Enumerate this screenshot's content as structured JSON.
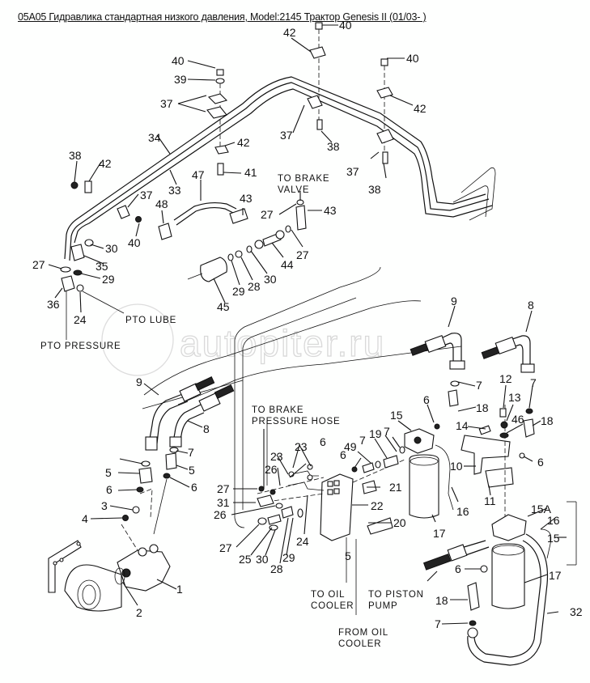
{
  "title": "05A05 Гидравлика стандартная низкого давления, Model:2145 Трактор Genesis II (01/03- )",
  "watermark": "autopiter.ru",
  "notes": {
    "to_brake_valve_1": "TO BRAKE",
    "to_brake_valve_2": "VALVE",
    "pto_lube": "PTO  LUBE",
    "pto_pressure": "PTO  PRESSURE",
    "to_brake_hose_1": "TO BRAKE",
    "to_brake_hose_2": "PRESSURE HOSE",
    "to_oil_cooler_1": "TO OIL",
    "to_oil_cooler_2": "COOLER",
    "from_oil_cooler_1": "FROM OIL",
    "from_oil_cooler_2": "COOLER",
    "to_piston_pump_1": "TO PISTON",
    "to_piston_pump_2": "PUMP"
  },
  "callouts": [
    {
      "id": "c1",
      "label": "40"
    },
    {
      "id": "c2",
      "label": "42"
    },
    {
      "id": "c3",
      "label": "40"
    },
    {
      "id": "c4",
      "label": "39"
    },
    {
      "id": "c5",
      "label": "37"
    },
    {
      "id": "c6",
      "label": "40"
    },
    {
      "id": "c7",
      "label": "42"
    },
    {
      "id": "c8",
      "label": "34"
    },
    {
      "id": "c9",
      "label": "37"
    },
    {
      "id": "c10",
      "label": "38"
    },
    {
      "id": "c11",
      "label": "42"
    },
    {
      "id": "c12",
      "label": "38"
    },
    {
      "id": "c13",
      "label": "42"
    },
    {
      "id": "c14",
      "label": "33"
    },
    {
      "id": "c15",
      "label": "41"
    },
    {
      "id": "c16",
      "label": "37"
    },
    {
      "id": "c17",
      "label": "38"
    },
    {
      "id": "c18",
      "label": "47"
    },
    {
      "id": "c19",
      "label": "37"
    },
    {
      "id": "c20",
      "label": "43"
    },
    {
      "id": "c21",
      "label": "48"
    },
    {
      "id": "c22",
      "label": "27"
    },
    {
      "id": "c23",
      "label": "43"
    },
    {
      "id": "c24",
      "label": "40"
    },
    {
      "id": "c25",
      "label": "30"
    },
    {
      "id": "c26",
      "label": "35"
    },
    {
      "id": "c27",
      "label": "27"
    },
    {
      "id": "c28",
      "label": "29"
    },
    {
      "id": "c29",
      "label": "44"
    },
    {
      "id": "c30",
      "label": "27"
    },
    {
      "id": "c31",
      "label": "30"
    },
    {
      "id": "c32",
      "label": "28"
    },
    {
      "id": "c33",
      "label": "29"
    },
    {
      "id": "c34",
      "label": "36"
    },
    {
      "id": "c35",
      "label": "24"
    },
    {
      "id": "c36",
      "label": "45"
    },
    {
      "id": "c37",
      "label": "9"
    },
    {
      "id": "c38",
      "label": "8"
    },
    {
      "id": "c39",
      "label": "9"
    },
    {
      "id": "c40",
      "label": "8"
    },
    {
      "id": "c41",
      "label": "7"
    },
    {
      "id": "c42",
      "label": "12"
    },
    {
      "id": "c43",
      "label": "7"
    },
    {
      "id": "c44",
      "label": "13"
    },
    {
      "id": "c45",
      "label": "6"
    },
    {
      "id": "c46",
      "label": "18"
    },
    {
      "id": "c47",
      "label": "46"
    },
    {
      "id": "c48",
      "label": "18"
    },
    {
      "id": "c49",
      "label": "15"
    },
    {
      "id": "c50",
      "label": "7"
    },
    {
      "id": "c51",
      "label": "14"
    },
    {
      "id": "c52",
      "label": "19"
    },
    {
      "id": "c53",
      "label": "49"
    },
    {
      "id": "c54",
      "label": "7"
    },
    {
      "id": "c55",
      "label": "6"
    },
    {
      "id": "c56",
      "label": "10"
    },
    {
      "id": "c57",
      "label": "6"
    },
    {
      "id": "c58",
      "label": "23"
    },
    {
      "id": "c59",
      "label": "6"
    },
    {
      "id": "c60",
      "label": "23"
    },
    {
      "id": "c61",
      "label": "26"
    },
    {
      "id": "c62",
      "label": "21"
    },
    {
      "id": "c63",
      "label": "11"
    },
    {
      "id": "c64",
      "label": "27"
    },
    {
      "id": "c65",
      "label": "31"
    },
    {
      "id": "c66",
      "label": "22"
    },
    {
      "id": "c67",
      "label": "26"
    },
    {
      "id": "c68",
      "label": "16"
    },
    {
      "id": "c69",
      "label": "17"
    },
    {
      "id": "c70",
      "label": "15A"
    },
    {
      "id": "c71",
      "label": "16"
    },
    {
      "id": "c72",
      "label": "20"
    },
    {
      "id": "c73",
      "label": "15"
    },
    {
      "id": "c74",
      "label": "7"
    },
    {
      "id": "c75",
      "label": "5"
    },
    {
      "id": "c76",
      "label": "5"
    },
    {
      "id": "c77",
      "label": "6"
    },
    {
      "id": "c78",
      "label": "6"
    },
    {
      "id": "c79",
      "label": "3"
    },
    {
      "id": "c80",
      "label": "4"
    },
    {
      "id": "c81",
      "label": "27"
    },
    {
      "id": "c82",
      "label": "24"
    },
    {
      "id": "c83",
      "label": "25"
    },
    {
      "id": "c84",
      "label": "30"
    },
    {
      "id": "c85",
      "label": "29"
    },
    {
      "id": "c86",
      "label": "28"
    },
    {
      "id": "c87",
      "label": "5"
    },
    {
      "id": "c88",
      "label": "1"
    },
    {
      "id": "c89",
      "label": "6"
    },
    {
      "id": "c90",
      "label": "17"
    },
    {
      "id": "c91",
      "label": "2"
    },
    {
      "id": "c92",
      "label": "18"
    },
    {
      "id": "c93",
      "label": "7"
    },
    {
      "id": "c94",
      "label": "32"
    }
  ]
}
